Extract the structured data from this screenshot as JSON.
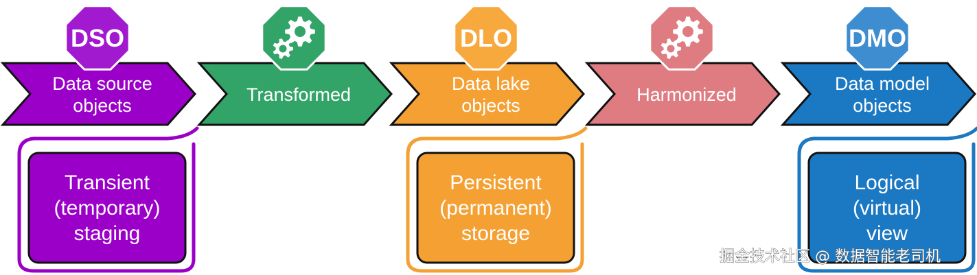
{
  "stages": [
    {
      "badge": "DSO",
      "badge_icon": "",
      "lines": [
        "Data source",
        "objects"
      ],
      "color": "#9b00c8",
      "badge_color": "#a21ad0"
    },
    {
      "badge": "",
      "badge_icon": "gears-icon",
      "lines": [
        "Transformed"
      ],
      "color": "#33a468",
      "badge_color": "#33a468"
    },
    {
      "badge": "DLO",
      "badge_icon": "",
      "lines": [
        "Data lake",
        "objects"
      ],
      "color": "#f5a033",
      "badge_color": "#f7a93e"
    },
    {
      "badge": "",
      "badge_icon": "gears-icon",
      "lines": [
        "Harmonized"
      ],
      "color": "#de7c82",
      "badge_color": "#de7c82"
    },
    {
      "badge": "DMO",
      "badge_icon": "",
      "lines": [
        "Data model",
        "objects"
      ],
      "color": "#1b78c2",
      "badge_color": "#3d8dd0"
    }
  ],
  "boxes": [
    {
      "stage": 0,
      "lines": [
        "Transient",
        "(temporary)",
        "staging"
      ],
      "color": "#9b00c8"
    },
    {
      "stage": 2,
      "lines": [
        "Persistent",
        "(permanent)",
        "storage"
      ],
      "color": "#f5a033"
    },
    {
      "stage": 4,
      "lines": [
        "Logical",
        "(virtual)",
        "view"
      ],
      "color": "#1b78c2"
    }
  ],
  "watermark": "掘金技术社区 @ 数据智能老司机"
}
